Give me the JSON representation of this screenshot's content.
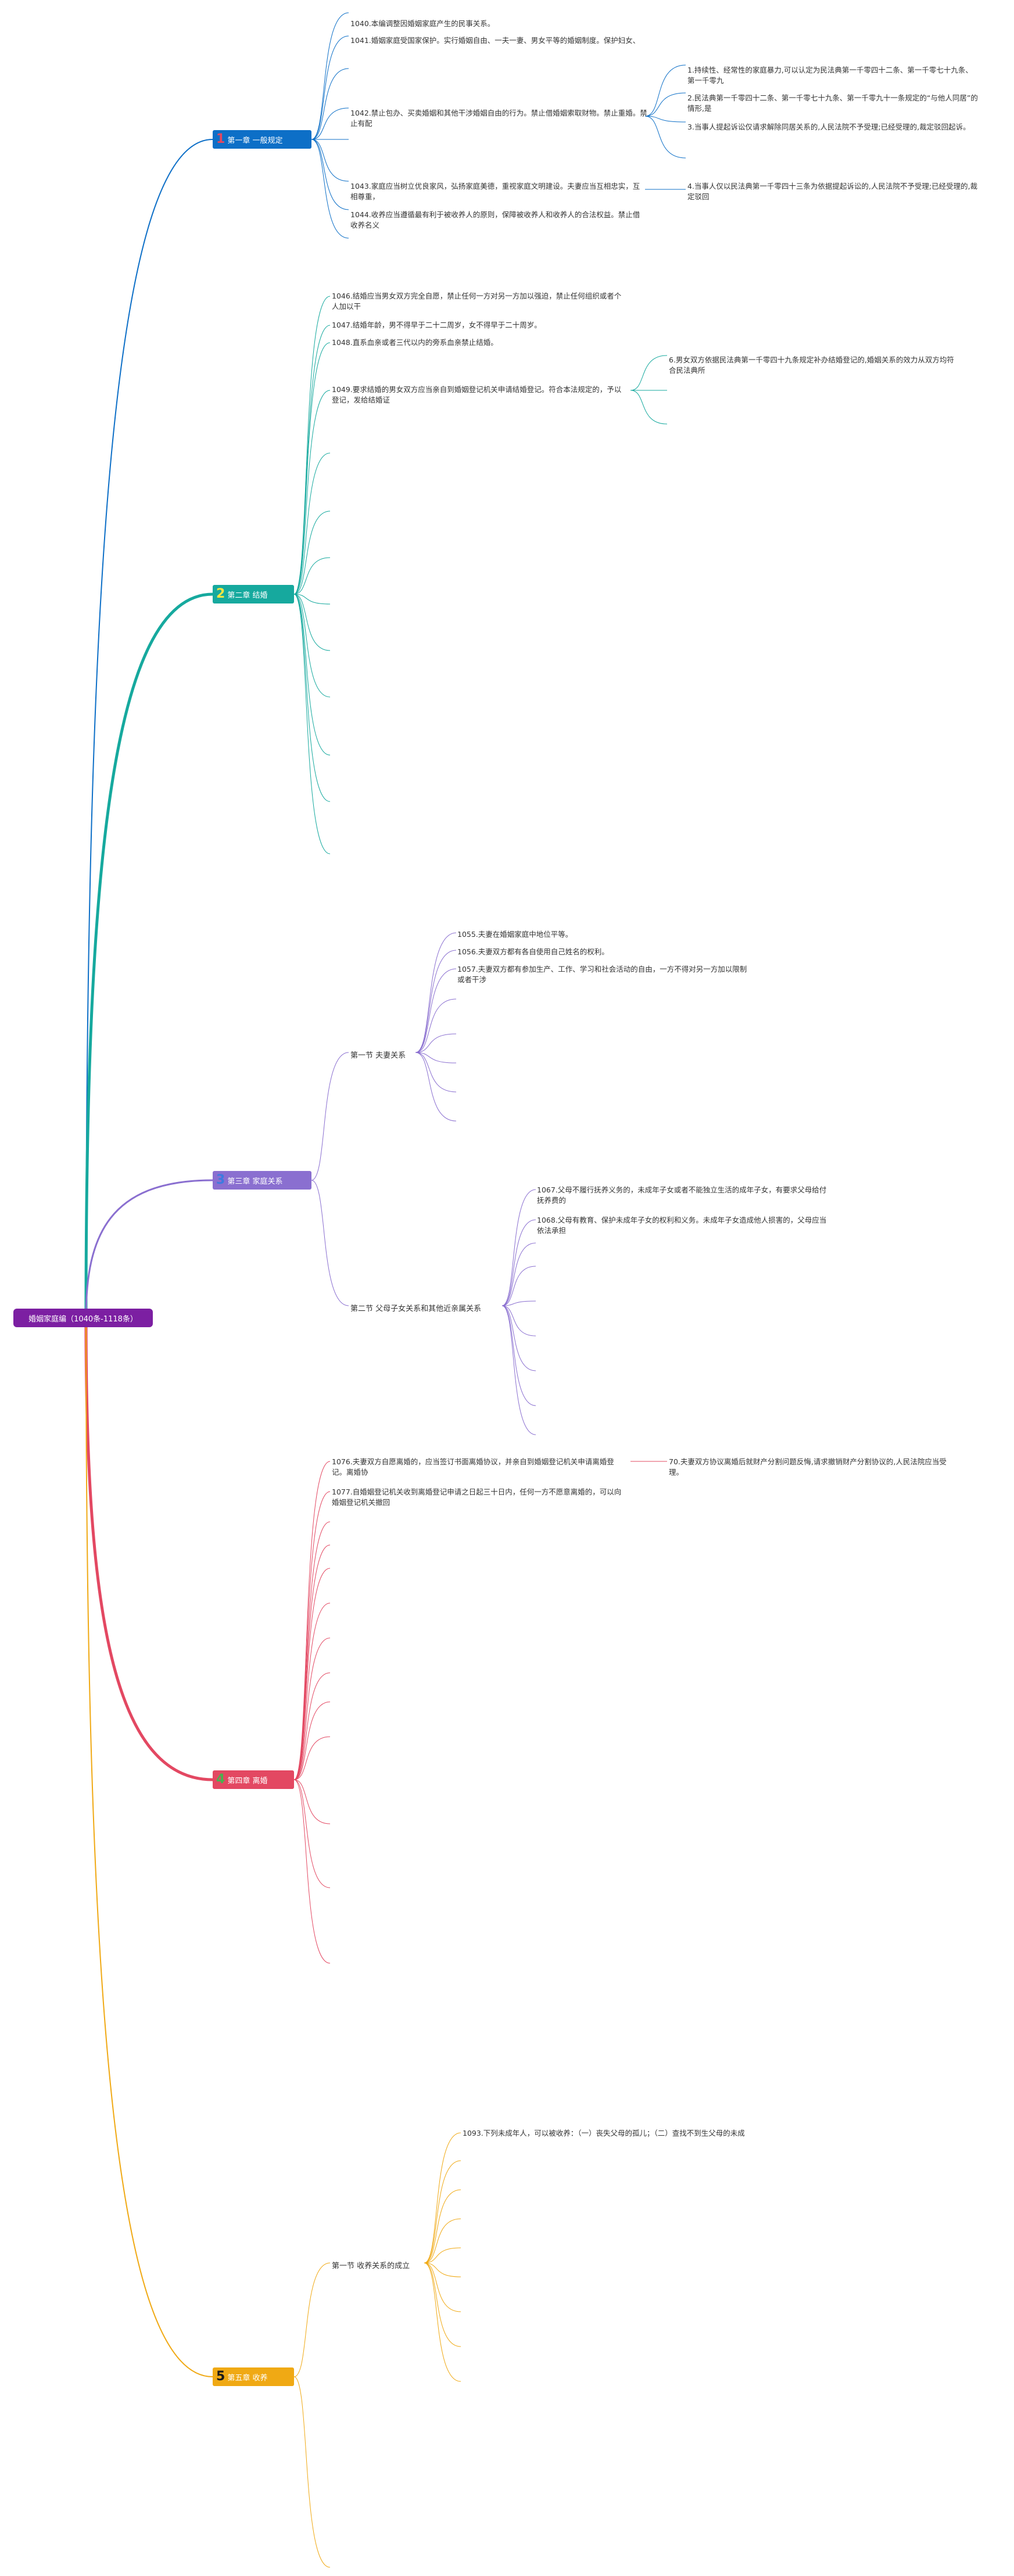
{
  "root": {
    "label": "婚姻家庭编（1040条-1118条）"
  },
  "chapters": [
    {
      "num": "1",
      "title": "第一章 一般规定",
      "color": "#0d6fc7",
      "items": [
        "1040.本编调整因婚姻家庭产生的民事关系。",
        "1041.婚姻家庭受国家保护。实行婚姻自由、一夫一妻、男女平等的婚姻制度。保护妇女、",
        "1042.禁止包办、买卖婚姻和其他干涉婚姻自由的行为。禁止借婚姻索取财物。禁止重婚。禁止有配",
        "1043.家庭应当树立优良家风，弘扬家庭美德，重视家庭文明建设。夫妻应当互相忠实，互相尊重，",
        "1044.收养应当遵循最有利于被收养人的原则，保障被收养人和收养人的合法权益。禁止借收养名义"
      ],
      "sub_1042": [
        "1.持续性、经常性的家庭暴力,可以认定为民法典第一千零四十二条、第一千零七十九条、第一千零九",
        "2.民法典第一千零四十二条、第一千零七十九条、第一千零九十一条规定的“与他人同居”的情形,是",
        "3.当事人提起诉讼仅请求解除同居关系的,人民法院不予受理;已经受理的,裁定驳回起诉。"
      ],
      "sub_1043": [
        "4.当事人仅以民法典第一千零四十三条为依据提起诉讼的,人民法院不予受理;已经受理的,裁定驳回"
      ]
    },
    {
      "num": "2",
      "title": "第二章 结婚",
      "color": "#16a99e",
      "items": [
        "1046.结婚应当男女双方完全自愿，禁止任何一方对另一方加以强迫，禁止任何组织或者个人加以干",
        "1047.结婚年龄，男不得早于二十二周岁，女不得早于二十周岁。",
        "1048.直系血亲或者三代以内的旁系血亲禁止结婚。",
        "1049.要求结婚的男女双方应当亲自到婚姻登记机关申请结婚登记。符合本法规定的，予以登记，发给结婚证"
      ],
      "sub_1049": [
        "6.男女双方依据民法典第一千零四十九条规定补办结婚登记的,婚姻关系的效力从双方均符合民法典所"
      ]
    },
    {
      "num": "3",
      "title": "第三章 家庭关系",
      "color": "#8a6fd0",
      "sections": [
        {
          "title": "第一节 夫妻关系",
          "items": [
            "1055.夫妻在婚姻家庭中地位平等。",
            "1056.夫妻双方都有各自使用自己姓名的权利。",
            "1057.夫妻双方都有参加生产、工作、学习和社会活动的自由，一方不得对另一方加以限制或者干涉"
          ]
        },
        {
          "title": "第二节 父母子女关系和其他近亲属关系",
          "items": [
            "1067.父母不履行抚养义务的，未成年子女或者不能独立生活的成年子女，有要求父母给付抚养费的",
            "1068.父母有教育、保护未成年子女的权利和义务。未成年子女造成他人损害的，父母应当依法承担"
          ]
        }
      ]
    },
    {
      "num": "4",
      "title": "第四章 离婚",
      "color": "#e34862",
      "items": [
        "1076.夫妻双方自愿离婚的，应当签订书面离婚协议，并亲自到婚姻登记机关申请离婚登记。离婚协",
        "1077.自婚姻登记机关收到离婚登记申请之日起三十日内，任何一方不愿意离婚的，可以向婚姻登记机关撤回"
      ],
      "sub_1076": [
        "70.夫妻双方协议离婚后就财产分割问题反悔,请求撤销财产分割协议的,人民法院应当受理。"
      ]
    },
    {
      "num": "5",
      "title": "第五章 收养",
      "color": "#f0a914",
      "sections": [
        {
          "title": "第一节 收养关系的成立",
          "items": [
            "1093.下列未成年人，可以被收养：（一）丧失父母的孤儿；（二）查找不到生父母的未成"
          ]
        }
      ]
    }
  ]
}
